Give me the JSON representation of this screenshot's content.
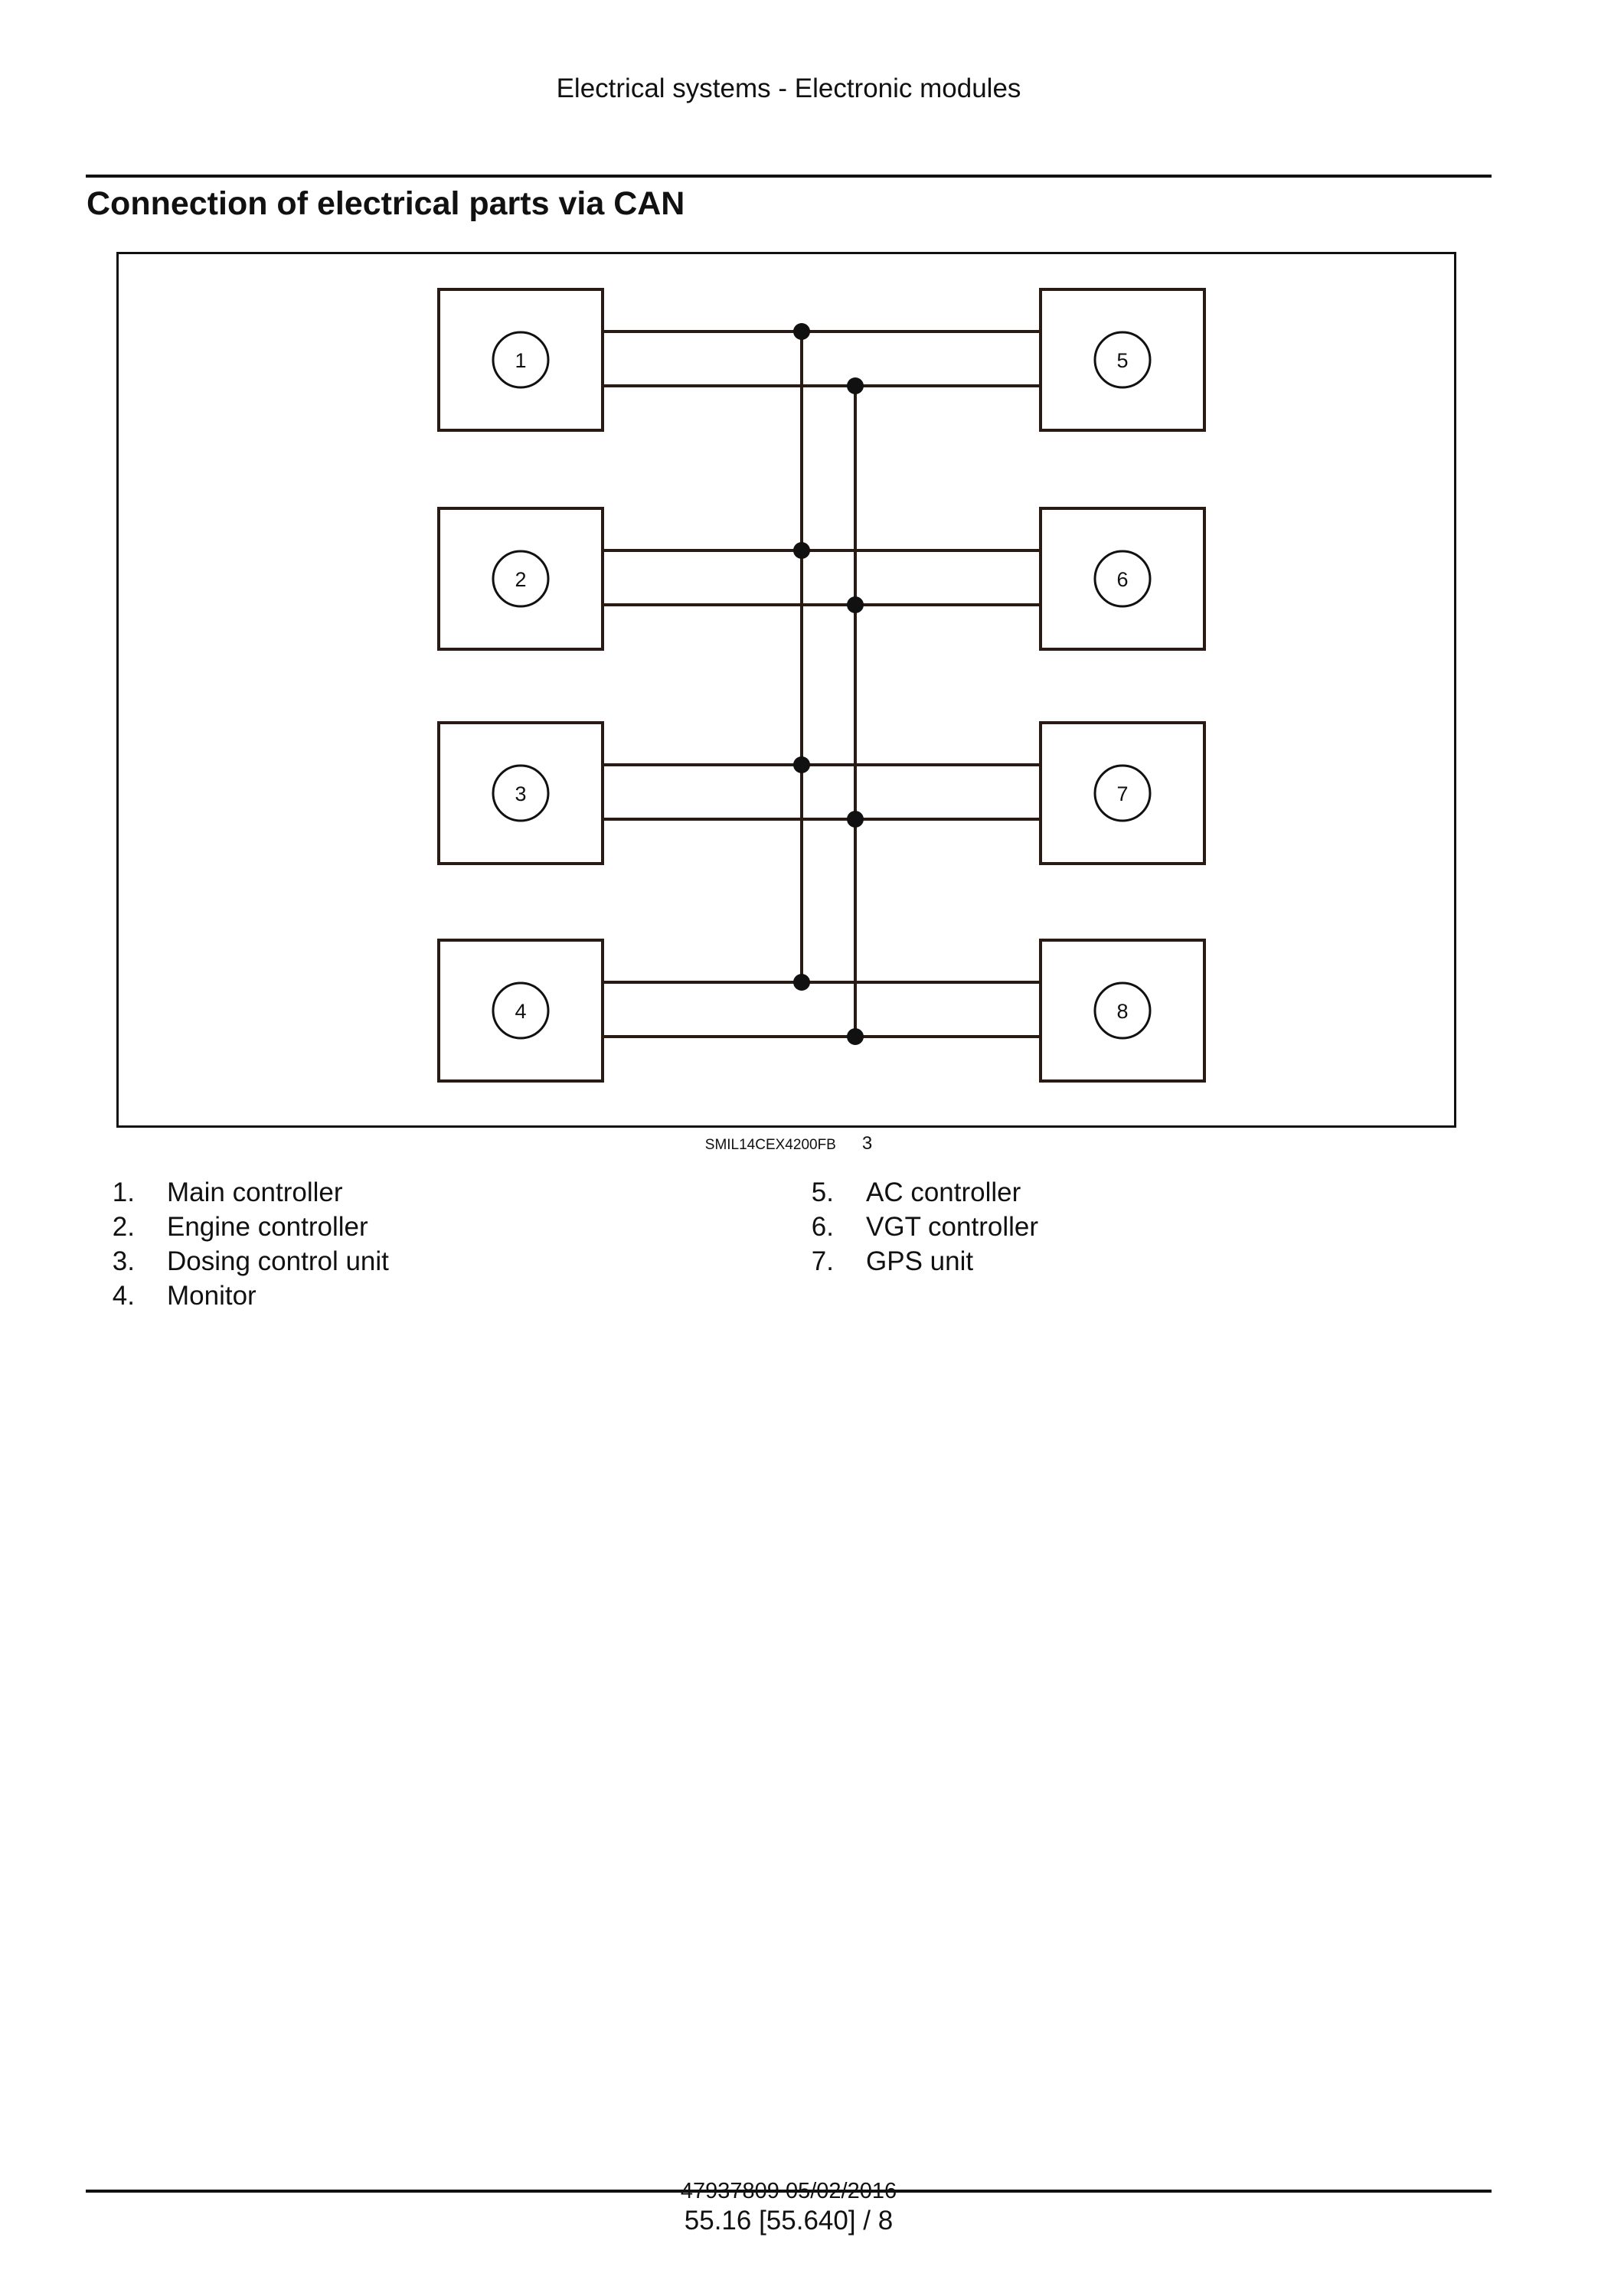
{
  "header": {
    "title": "Electrical systems - Electronic modules"
  },
  "section": {
    "title": "Connection of electrical parts via CAN"
  },
  "diagram": {
    "modules": [
      {
        "label": "1",
        "side": "left",
        "row": 0
      },
      {
        "label": "2",
        "side": "left",
        "row": 1
      },
      {
        "label": "3",
        "side": "left",
        "row": 2
      },
      {
        "label": "4",
        "side": "left",
        "row": 3
      },
      {
        "label": "5",
        "side": "right",
        "row": 0
      },
      {
        "label": "6",
        "side": "right",
        "row": 1
      },
      {
        "label": "7",
        "side": "right",
        "row": 2
      },
      {
        "label": "8",
        "side": "right",
        "row": 3
      }
    ]
  },
  "figure": {
    "id": "SMIL14CEX4200FB",
    "number": "3"
  },
  "legend": {
    "left": [
      {
        "num": "1.",
        "label": "Main controller"
      },
      {
        "num": "2.",
        "label": "Engine controller"
      },
      {
        "num": "3.",
        "label": "Dosing control unit"
      },
      {
        "num": "4.",
        "label": "Monitor"
      }
    ],
    "right": [
      {
        "num": "5.",
        "label": "AC controller"
      },
      {
        "num": "6.",
        "label": "VGT controller"
      },
      {
        "num": "7.",
        "label": "GPS unit"
      }
    ]
  },
  "footer": {
    "doc": "47937809 05/02/2016",
    "page": "55.16 [55.640] / 8"
  }
}
